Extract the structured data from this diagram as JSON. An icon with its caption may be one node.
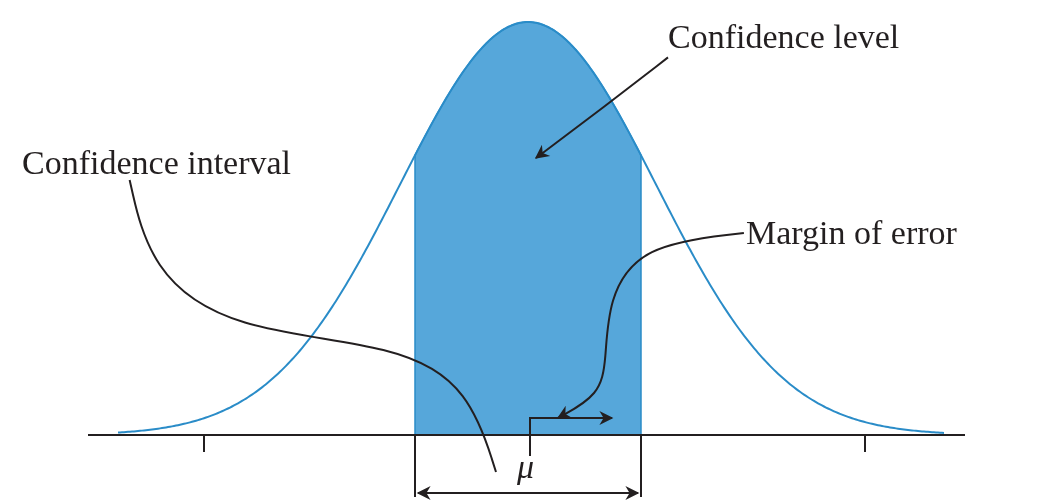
{
  "diagram": {
    "nodes": [
      {
        "text": [
          "Confidence interval"
        ]
      },
      {
        "text": [
          "Confidence level"
        ]
      },
      {
        "text": [
          "Margin of error"
        ]
      },
      {
        "text": [],
        "shape": "area"
      },
      {
        "text": [],
        "shape": "arrow"
      }
    ],
    "edges": [
      {
        "from": 0,
        "to": null,
        "arrow": "none"
      },
      {
        "from": 1,
        "to": 3,
        "arrow": "to"
      },
      {
        "from": 2,
        "to": 4,
        "arrow": "to"
      }
    ],
    "labels": [
      "μ"
    ]
  }
}
